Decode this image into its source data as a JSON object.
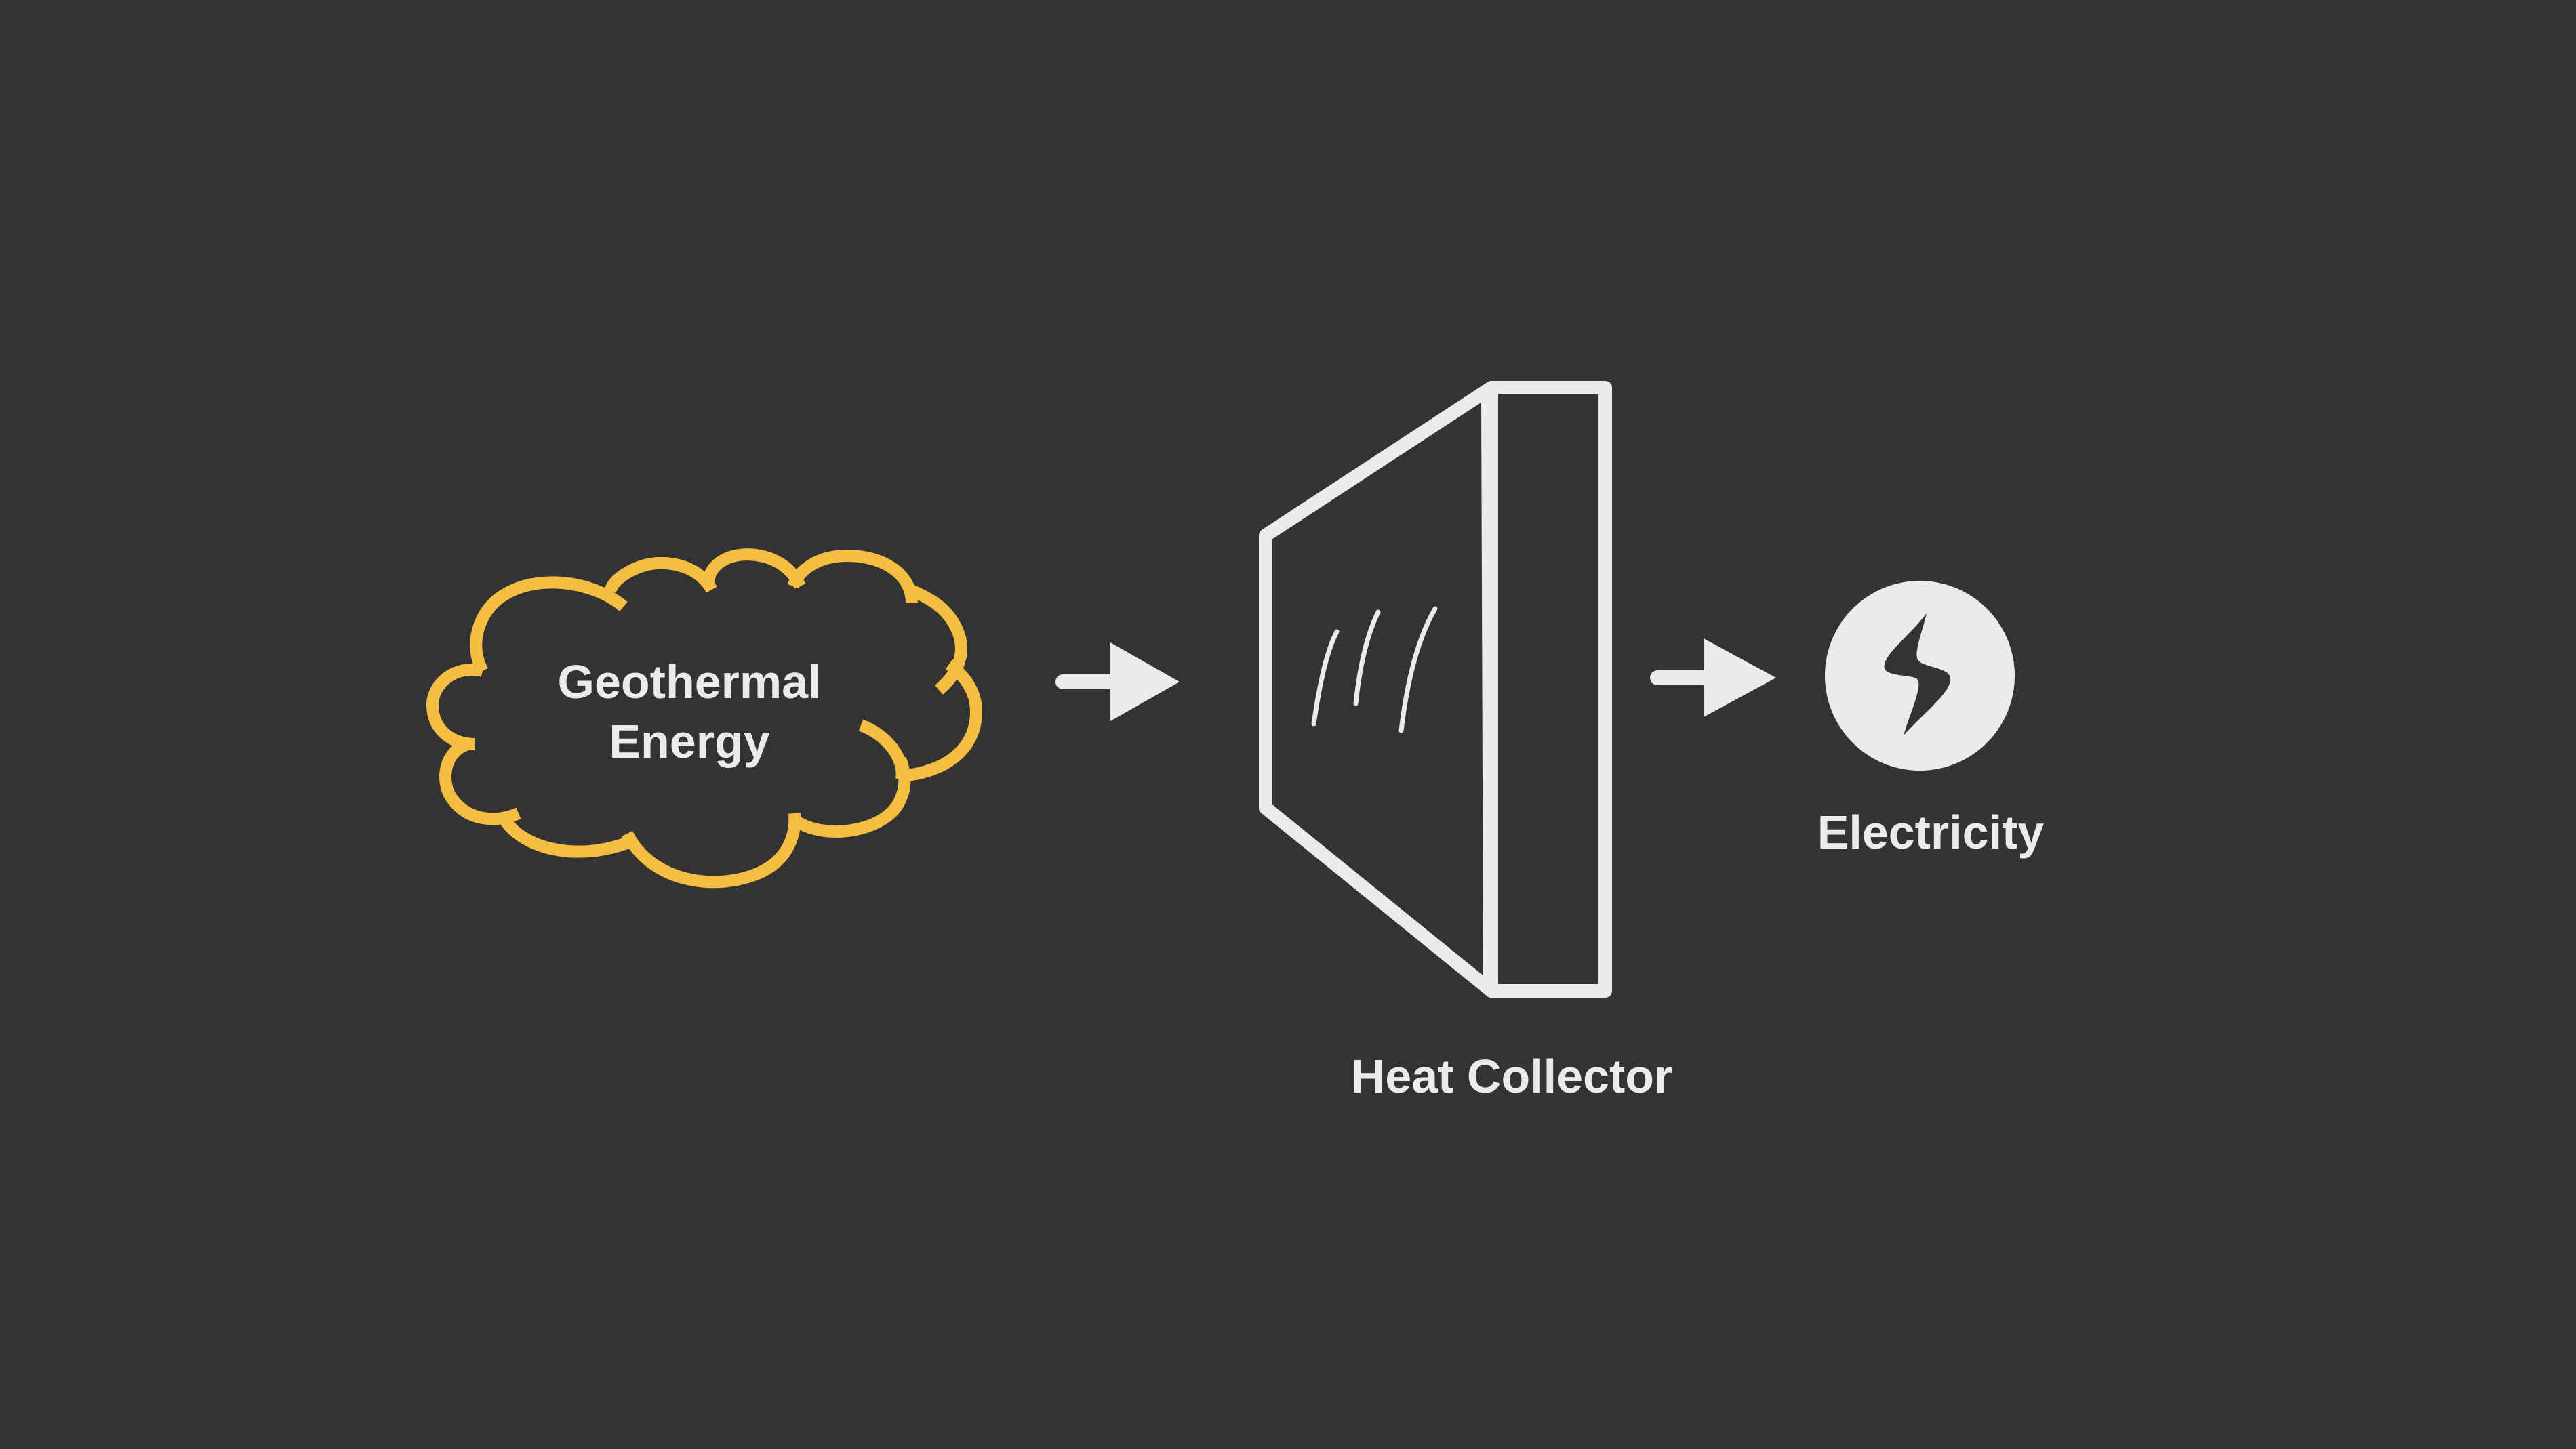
{
  "diagram": {
    "source": {
      "label_line1": "Geothermal",
      "label_line2": "Energy",
      "icon": "cloud-icon",
      "color": "#f5bd41"
    },
    "collector": {
      "label": "Heat Collector",
      "icon": "heat-collector-icon",
      "color": "#ebebeb"
    },
    "output": {
      "label": "Electricity",
      "icon": "lightning-bolt-icon",
      "color": "#ebebeb"
    },
    "arrows": {
      "icon": "arrow-right-icon",
      "color": "#ebebeb"
    },
    "background_color": "#333333"
  }
}
